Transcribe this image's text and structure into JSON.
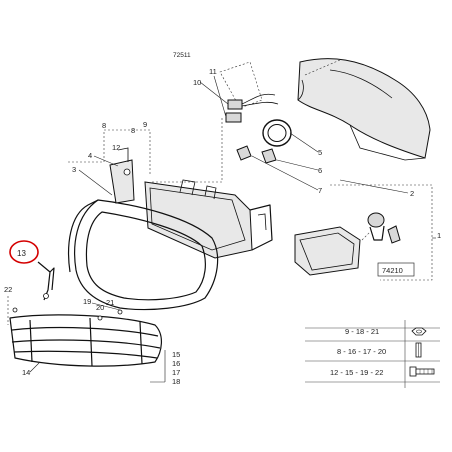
{
  "partial_top_label": "72511",
  "ref_code": "74210",
  "callouts": {
    "n1": "1",
    "n2": "2",
    "n3": "3",
    "n4": "4",
    "n5": "5",
    "n6": "6",
    "n7": "7",
    "n8": "8",
    "n9": "9",
    "n10": "10",
    "n11": "11",
    "n12": "12",
    "n13": "13",
    "n14": "14",
    "n15": "15",
    "n16": "16",
    "n17": "17",
    "n18": "18",
    "n19": "19",
    "n20": "20",
    "n21": "21",
    "n22": "22"
  },
  "legend": [
    {
      "text": "9 - 18 - 21",
      "icon": "nut-icon"
    },
    {
      "text": "8 - 16 - 17 - 20",
      "icon": "washer-icon"
    },
    {
      "text": "12 - 15 - 19 - 22",
      "icon": "bolt-icon"
    }
  ],
  "highlight_color": "#d40000"
}
